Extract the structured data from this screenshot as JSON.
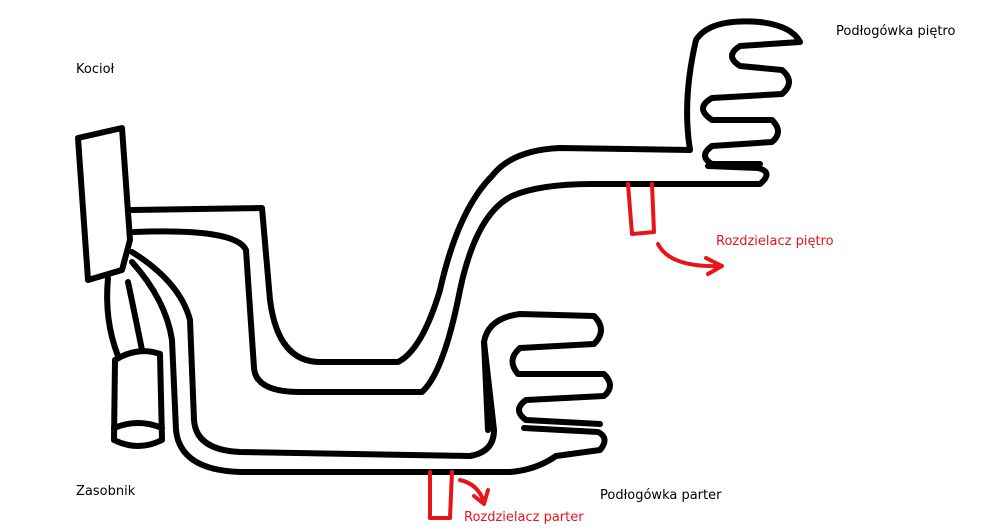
{
  "labels": {
    "boiler": "Kocioł",
    "tank": "Zasobnik",
    "floor_heating_upstairs": "Podłogówka piętro",
    "floor_heating_ground": "Podłogówka parter",
    "manifold_upstairs": "Rozdzielacz piętro",
    "manifold_ground": "Rozdzielacz parter"
  },
  "colors": {
    "pipe": "#000000",
    "manifold": "#e8141c",
    "background": "#ffffff"
  }
}
